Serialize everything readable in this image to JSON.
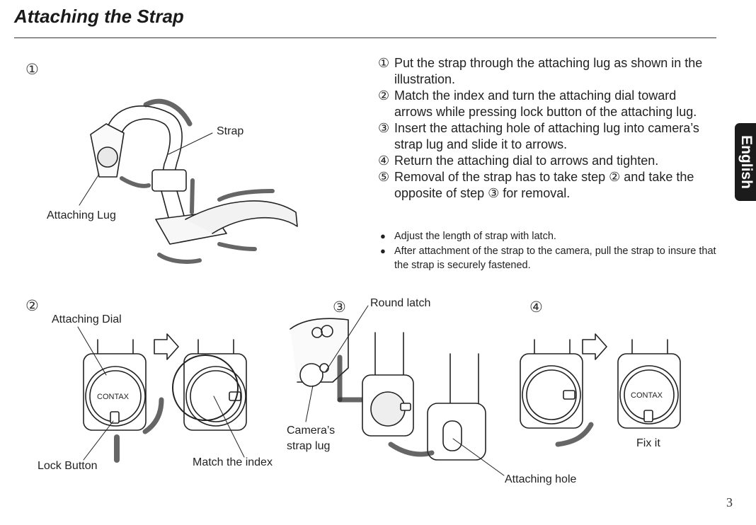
{
  "title": "Attaching the Strap",
  "steps": [
    {
      "num": "①",
      "text": "Put the strap through the attaching lug as shown in the illustration."
    },
    {
      "num": "②",
      "text": "Match the index and turn the attaching dial toward arrows while pressing lock button of the attaching lug."
    },
    {
      "num": "③",
      "text": "Insert the attaching hole of attaching lug into camera’s strap lug and slide it to arrows."
    },
    {
      "num": "④",
      "text": "Return the attaching dial to arrows and tighten."
    },
    {
      "num": "⑤",
      "text": "Removal of the strap has to take step ② and take the opposite of step ③ for removal."
    }
  ],
  "notes": [
    "Adjust the length of strap with latch.",
    "After attachment of the strap to the camera, pull the strap to insure that the strap is securely fastened."
  ],
  "figures": {
    "fig1": {
      "num": "①",
      "strap_label": "Strap",
      "lug_label": "Attaching Lug"
    },
    "fig2": {
      "num": "②",
      "dial_label": "Attaching Dial",
      "lock_label": "Lock Button",
      "index_label": "Match the index"
    },
    "fig3": {
      "num": "③",
      "latch_label": "Round latch",
      "camera_lug_label": "Camera’s\nstrap lug",
      "hole_label": "Attaching hole"
    },
    "fig4": {
      "num": "④",
      "fix_label": "Fix it"
    }
  },
  "dial_brand": "CONTAX",
  "side_tab": "English",
  "page_number": "3",
  "colors": {
    "tab_bg": "#1b1b1b",
    "ink": "#222222"
  }
}
